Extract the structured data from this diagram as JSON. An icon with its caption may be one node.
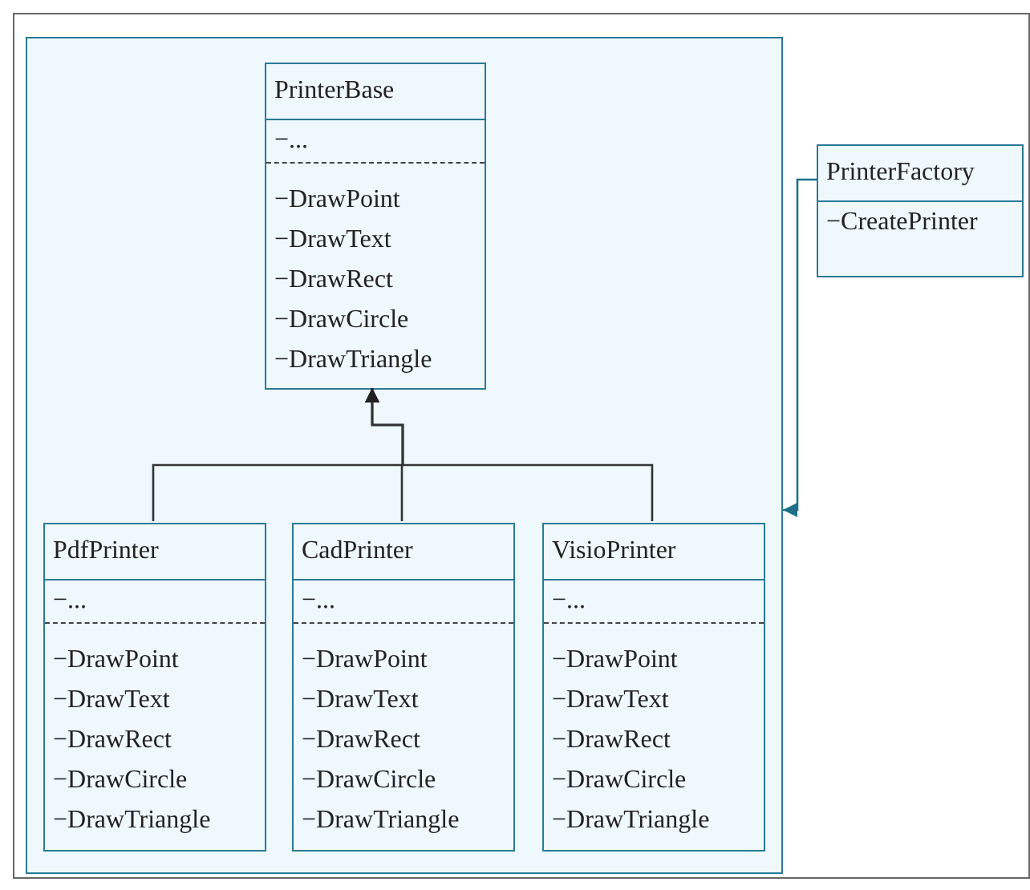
{
  "diagram": {
    "nodes": [
      {
        "text": [],
        "shape": "box"
      },
      {
        "text": [
          "PrinterBase",
          "−...",
          "−DrawPoint",
          "−DrawText",
          "−DrawRect",
          "−DrawCircle",
          "−DrawTriangle"
        ],
        "in": 0
      },
      {
        "text": [
          "PdfPrinter",
          "−...",
          "−DrawPoint",
          "−DrawText",
          "−DrawRect",
          "−DrawCircle",
          "−DrawTriangle"
        ],
        "in": 0
      },
      {
        "text": [
          "CadPrinter",
          "−...",
          "−DrawPoint",
          "−DrawText",
          "−DrawRect",
          "−DrawCircle",
          "−DrawTriangle"
        ],
        "in": 0
      },
      {
        "text": [
          "VisioPrinter",
          "−...",
          "−DrawPoint",
          "−DrawText",
          "−DrawRect",
          "−DrawCircle",
          "−DrawTriangle"
        ],
        "in": 0
      },
      {
        "text": [
          "PrinterFactory",
          "−CreatePrinter"
        ]
      }
    ],
    "edges": [
      {
        "from": 2,
        "to": 1,
        "arrow": "to"
      },
      {
        "from": 3,
        "to": 1,
        "arrow": "to"
      },
      {
        "from": 4,
        "to": 1,
        "arrow": "to"
      },
      {
        "from": 5,
        "to": 0,
        "arrow": "to",
        "color": "#1f6f8b"
      }
    ]
  }
}
